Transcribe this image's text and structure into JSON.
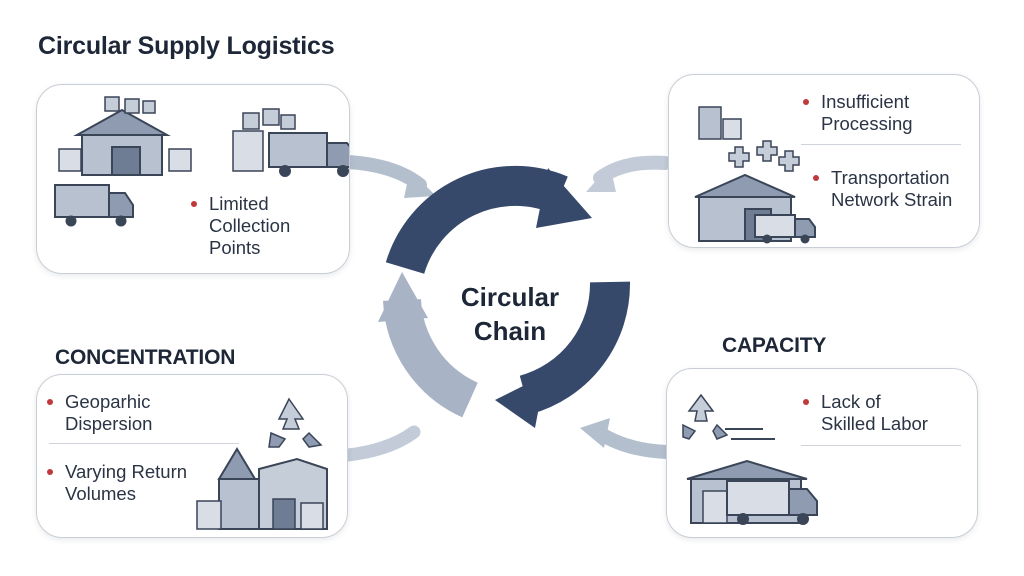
{
  "title": "Circular Supply Logistics",
  "center": {
    "line1": "Circular",
    "line2": "Chain"
  },
  "sections": {
    "concentration": "CONCENTRATION",
    "capacity": "CAPACITY"
  },
  "cards": {
    "top_left": {
      "bullets": [
        {
          "lines": [
            "Limited",
            "Collection",
            "Points"
          ]
        }
      ]
    },
    "top_right": {
      "bullets": [
        {
          "lines": [
            "Insufficient",
            "Processing"
          ]
        },
        {
          "lines": [
            "Transportation",
            "Network Strain"
          ]
        }
      ]
    },
    "bottom_left": {
      "bullets": [
        {
          "lines": [
            "Geoparhic",
            "Dispersion"
          ]
        },
        {
          "lines": [
            "Varying Return",
            "Volumes"
          ]
        }
      ]
    },
    "bottom_right": {
      "bullets": [
        {
          "lines": [
            "Lack of",
            "Skilled Labor"
          ]
        }
      ]
    }
  },
  "colors": {
    "cycle_dark": "#36496b",
    "cycle_light": "#a8b4c6",
    "bullet": "#c0393b",
    "icon_fill": "#8e9bb0",
    "icon_stroke": "#3a4558"
  },
  "icons": [
    "warehouse-icon",
    "delivery-truck-icon",
    "recycle-icon",
    "medical-cross-icon",
    "boxes-icon"
  ]
}
